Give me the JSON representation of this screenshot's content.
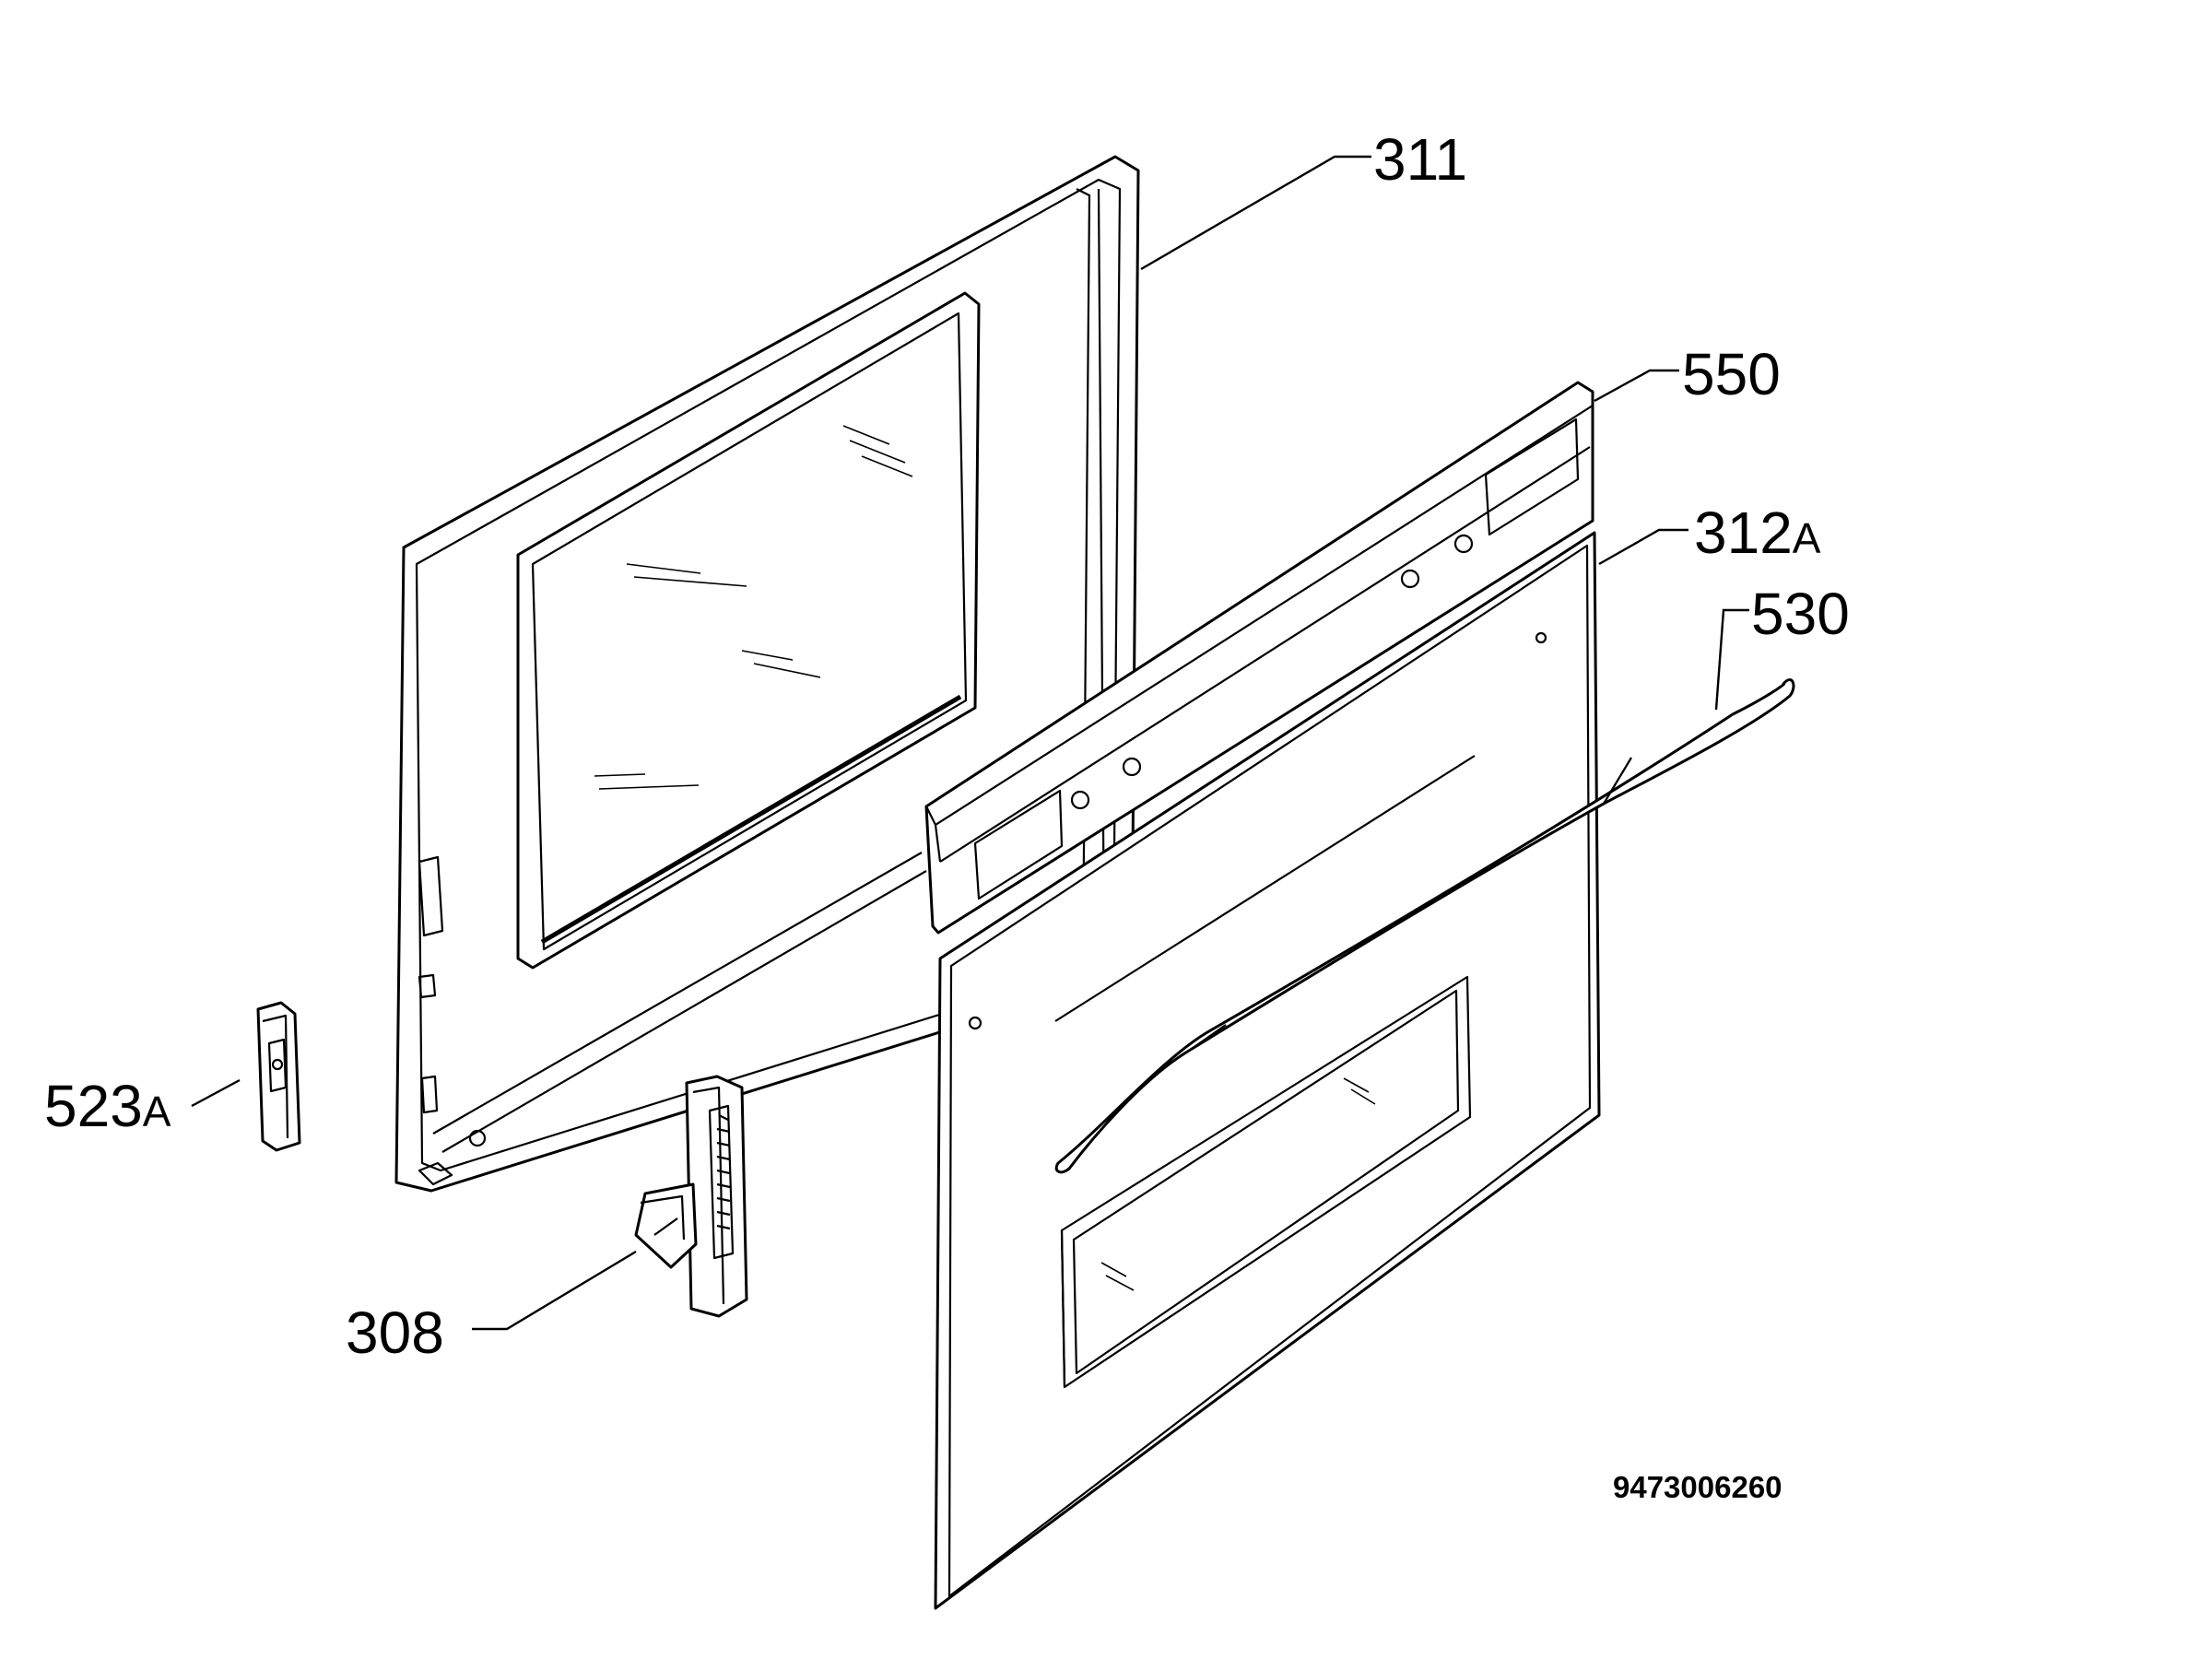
{
  "callouts": {
    "frame": {
      "num": "311",
      "suffix": ""
    },
    "trim": {
      "num": "550",
      "suffix": ""
    },
    "outer_glass": {
      "num": "312",
      "suffix": "A"
    },
    "handle": {
      "num": "530",
      "suffix": ""
    },
    "catch": {
      "num": "523",
      "suffix": "A"
    },
    "hinge": {
      "num": "308",
      "suffix": ""
    }
  },
  "document_number": "9473006260",
  "colors": {
    "line": "#000000",
    "background": "#ffffff"
  }
}
